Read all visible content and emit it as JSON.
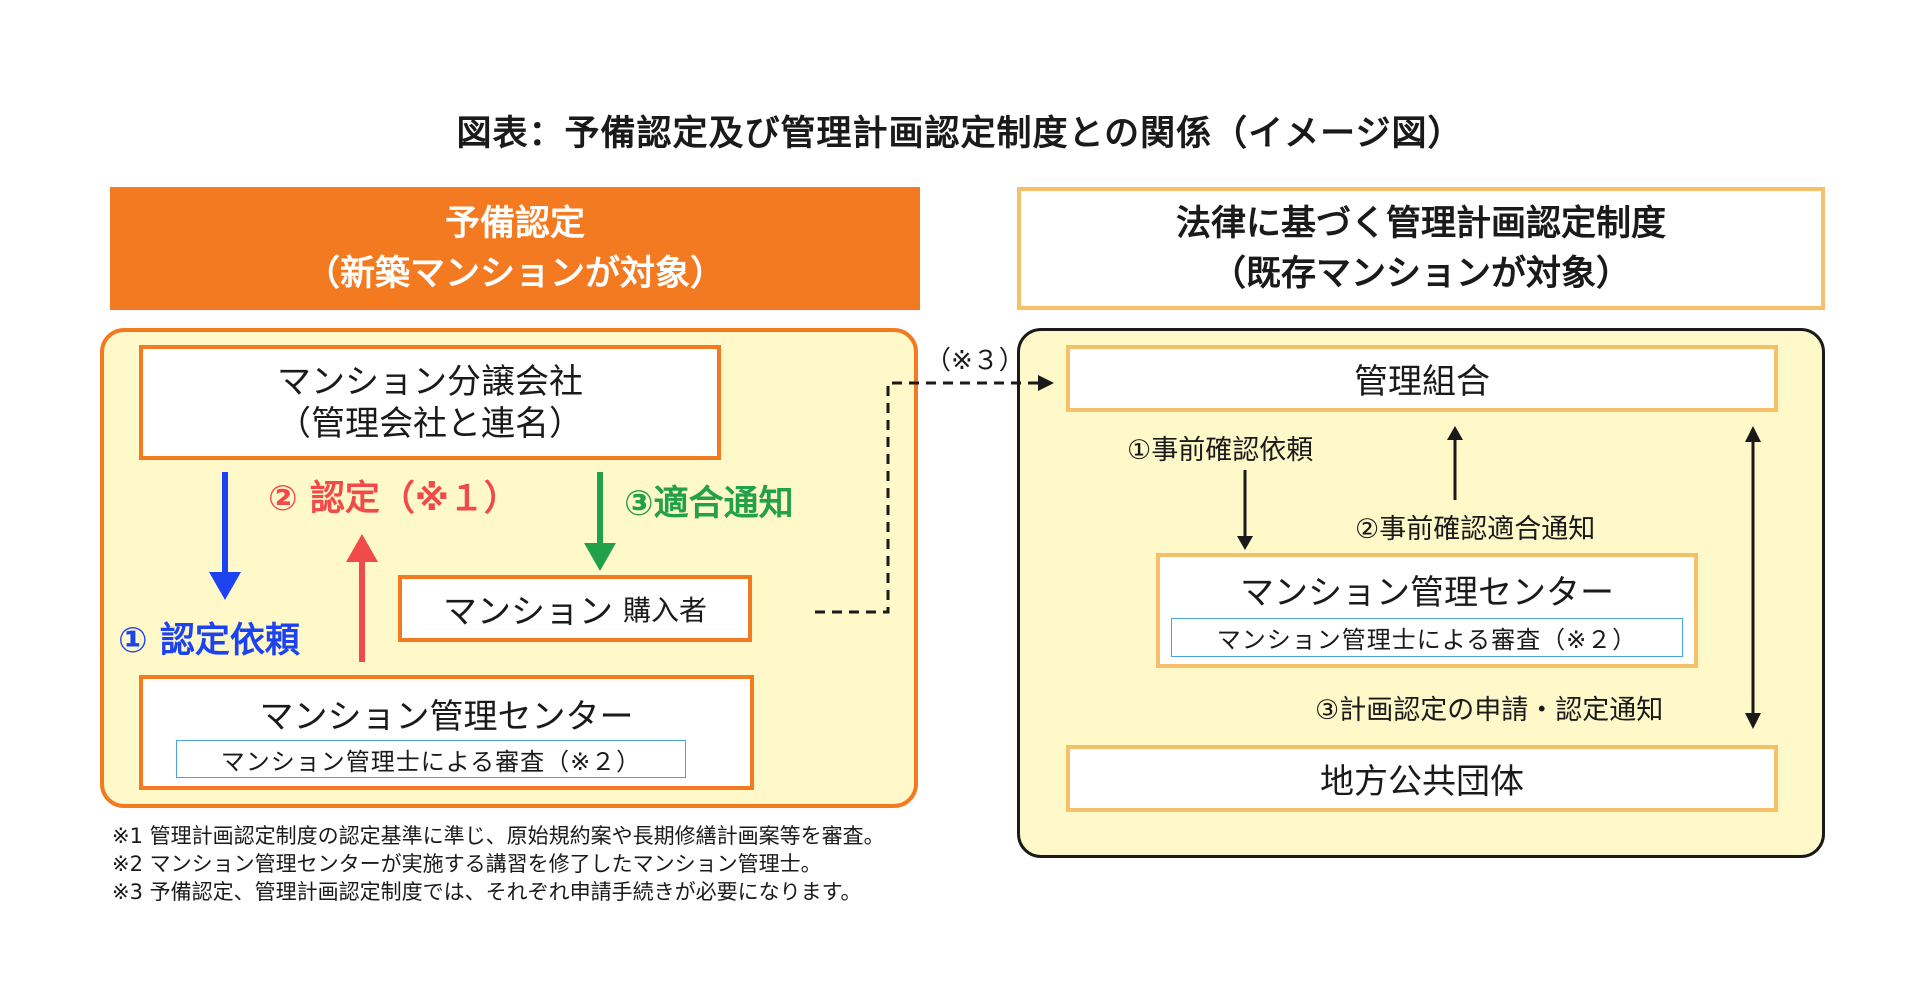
{
  "title": "図表：予備認定及び管理計画認定制度との関係（イメージ図）",
  "left": {
    "header": {
      "line1": "予備認定",
      "line2": "（新築マンションが対象）"
    },
    "developer": {
      "line1": "マンション分譲会社",
      "line2": "（管理会社と連名）"
    },
    "buyer": {
      "label": "マンション",
      "label_small": "購入者"
    },
    "center": {
      "name": "マンション管理センター",
      "review": "マンション管理士による審査（※２）"
    },
    "steps": {
      "step1": "① 認定依頼",
      "step2": "② 認定（※１）",
      "step3": "③適合通知"
    },
    "colors": {
      "step1": "#1d43f0",
      "step2": "#f04a4a",
      "step3": "#22a04a",
      "header": "#f37a21"
    }
  },
  "connector": {
    "label": "（※３）"
  },
  "right": {
    "header": {
      "line1": "法律に基づく管理計画認定制度",
      "line2": "（既存マンションが対象）"
    },
    "union": "管理組合",
    "center": {
      "name": "マンション管理センター",
      "review": "マンション管理士による審査（※２）"
    },
    "government": "地方公共団体",
    "steps": {
      "step1": "①事前確認依頼",
      "step2": "②事前確認適合通知",
      "step3": "③計画認定の申請・認定通知"
    }
  },
  "footnotes": [
    "※1 管理計画認定制度の認定基準に準じ、原始規約案や長期修繕計画案等を審査。",
    "※2 マンション管理センターが実施する講習を修了したマンション管理士。",
    "※3 予備認定、管理計画認定制度では、それぞれ申請手続きが必要になります。"
  ]
}
